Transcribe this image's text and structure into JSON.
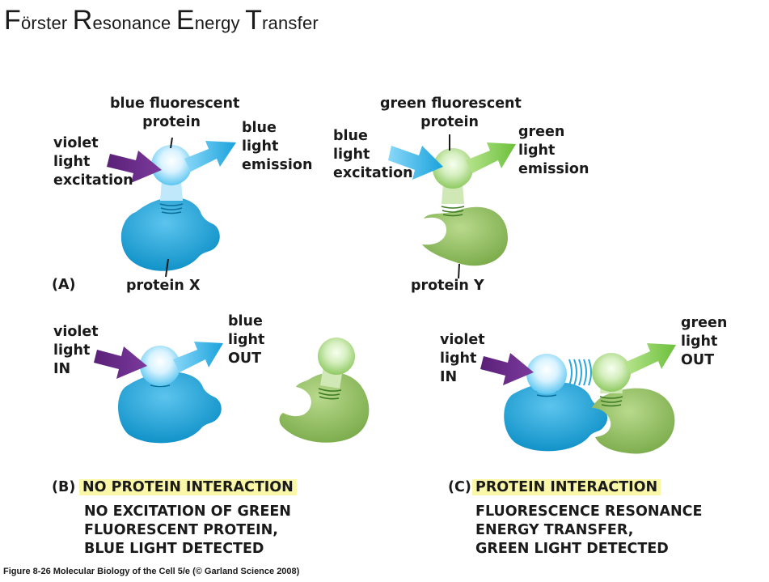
{
  "title": {
    "initial_1": "F",
    "rest_1": "örster",
    "initial_2": "R",
    "rest_2": "esonance",
    "initial_3": "E",
    "rest_3": "nergy",
    "initial_4": "T",
    "rest_4": "ransfer"
  },
  "panel_a": {
    "letter": "(A)",
    "blue_protein_label": [
      "blue fluorescent",
      "protein"
    ],
    "violet_label": [
      "violet",
      "light",
      "excitation"
    ],
    "blue_emission_label": [
      "blue",
      "light",
      "emission"
    ],
    "protein_x_label": "protein X",
    "green_protein_label": [
      "green fluorescent",
      "protein"
    ],
    "blue_excitation_label": [
      "blue",
      "light",
      "excitation"
    ],
    "green_emission_label": [
      "green",
      "light",
      "emission"
    ],
    "protein_y_label": "protein Y"
  },
  "panel_b": {
    "letter": "(B)",
    "violet_label": [
      "violet",
      "light",
      "IN"
    ],
    "blue_out_label": [
      "blue",
      "light",
      "OUT"
    ],
    "heading": "NO PROTEIN INTERACTION",
    "description": [
      "NO EXCITATION OF GREEN",
      "FLUORESCENT PROTEIN,",
      "BLUE LIGHT DETECTED"
    ]
  },
  "panel_c": {
    "letter": "(C)",
    "violet_label": [
      "violet",
      "light",
      "IN"
    ],
    "green_out_label": [
      "green",
      "light",
      "OUT"
    ],
    "heading": "PROTEIN INTERACTION",
    "description": [
      "FLUORESCENCE RESONANCE",
      "ENERGY TRANSFER,",
      "GREEN LIGHT DETECTED"
    ]
  },
  "caption": "Figure 8-26 Molecular Biology of the Cell 5/e (© Garland Science 2008)",
  "colors": {
    "violet": "#6a2a8c",
    "blue": "#22a7df",
    "blue_protein": "#1aa6dc",
    "green": "#7cc84c",
    "green_protein": "#8fbf5a",
    "highlight": "#fbf7a8"
  }
}
